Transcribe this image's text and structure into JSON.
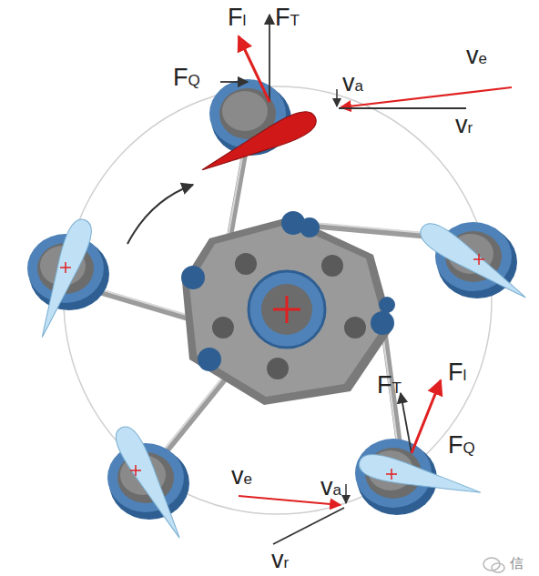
{
  "diagram": {
    "labels": [
      "Fl",
      "FT",
      "FQ",
      "va",
      "ve",
      "vr",
      "FT",
      "Fl",
      "FQ",
      "va",
      "ve",
      "vr",
      "信"
    ]
  }
}
